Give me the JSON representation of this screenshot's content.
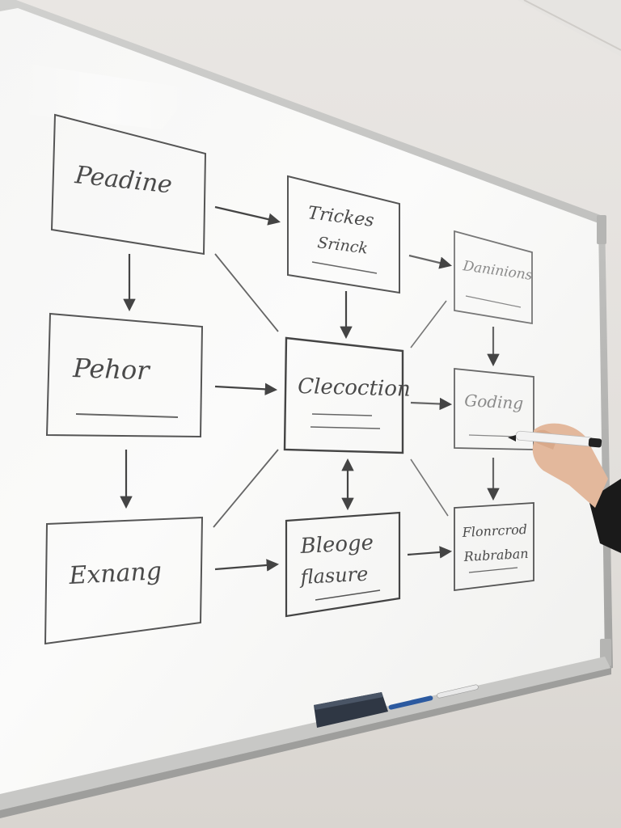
{
  "whiteboard": {
    "boxes": [
      {
        "id": "peadine",
        "label": "Peadine"
      },
      {
        "id": "pehor",
        "label": "Pehor"
      },
      {
        "id": "exnang",
        "label": "Exnang"
      },
      {
        "id": "trickes",
        "label": "Trickes",
        "sublabel": "Srinck"
      },
      {
        "id": "clecoction",
        "label": "Clecoction"
      },
      {
        "id": "bleoge",
        "label": "Bleoge",
        "sublabel": "flasure"
      },
      {
        "id": "daninions",
        "label": "Daninions"
      },
      {
        "id": "goding",
        "label": "Goding"
      },
      {
        "id": "flonrcrod",
        "label": "Flonrcrod",
        "sublabel": "Rubraban"
      }
    ]
  }
}
